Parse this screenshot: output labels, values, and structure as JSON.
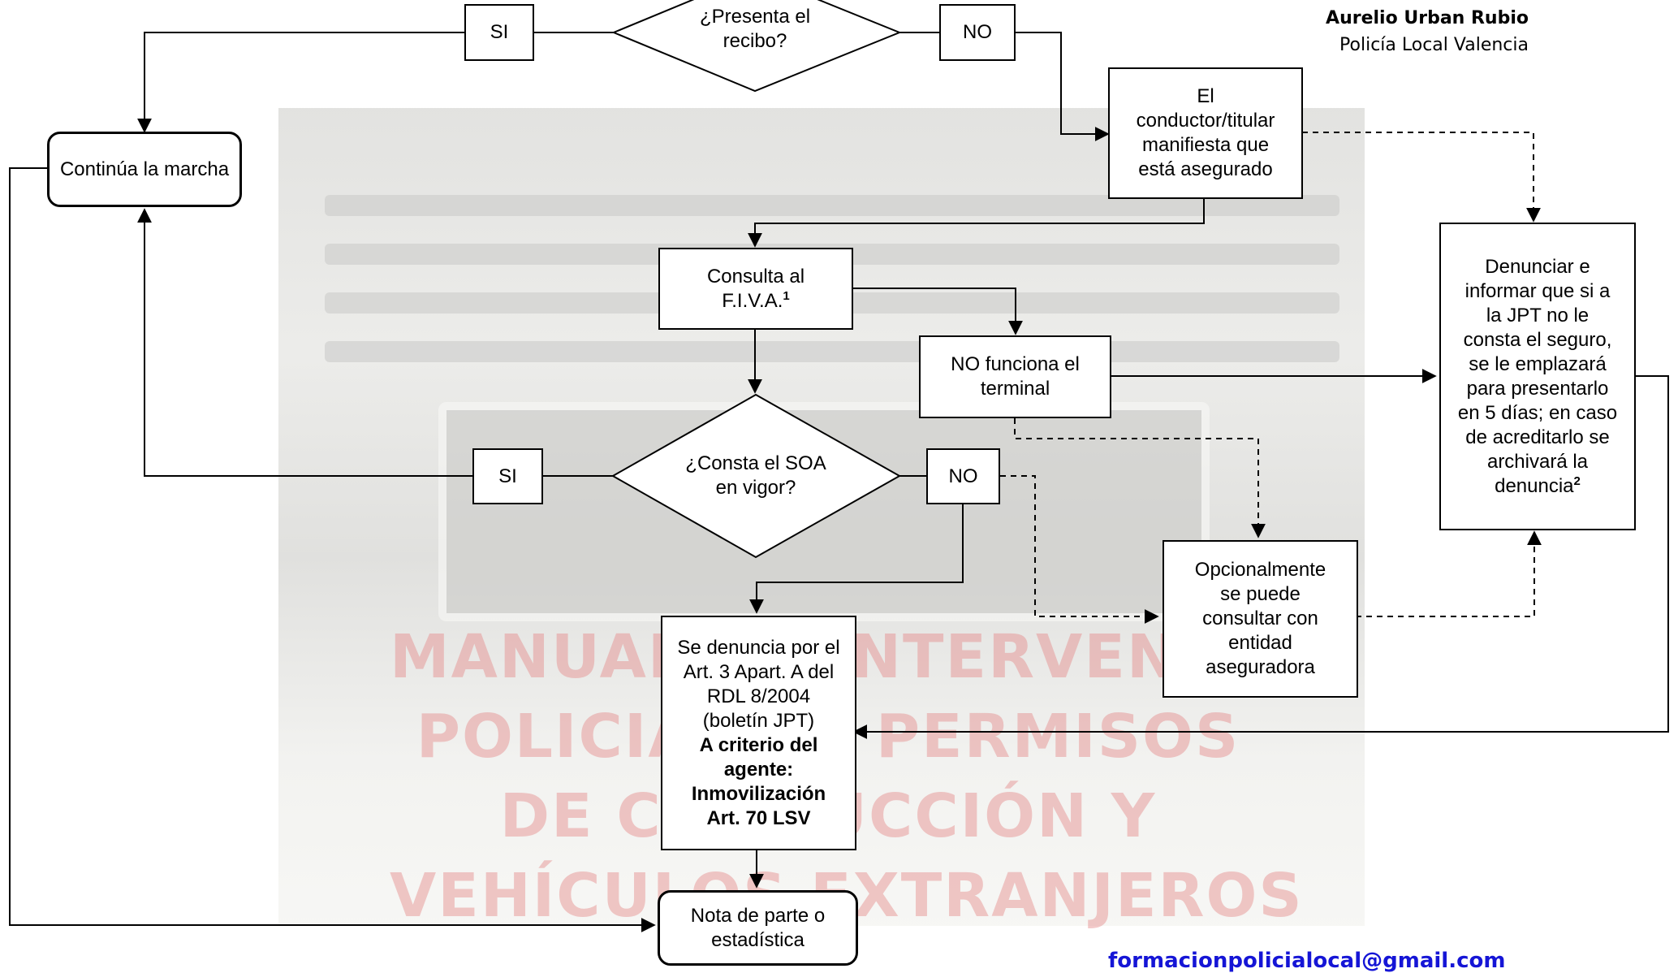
{
  "author": {
    "name": "Aurelio Urban Rubio",
    "organization": "Policía Local Valencia"
  },
  "email": "formacionpolicialocal@gmail.com",
  "watermark": [
    "MANUAL DE INTERVENCIÓN",
    "POLICIAL EN PERMISOS",
    "DE CONDUCCIÓN Y",
    "VEHÍCULOS EXTRANJEROS"
  ],
  "nodes": {
    "presenta_recibo": "¿Presenta el recibo?",
    "si_top": "SI",
    "no_top": "NO",
    "continua": "Continúa la marcha",
    "manifiesta": "El conductor/titular manifiesta que está asegurado",
    "consulta_fiva": "Consulta al F.I.V.A.",
    "consulta_fiva_note": "1",
    "no_funciona": "NO funciona el terminal",
    "consta_soa": "¿Consta el SOA en vigor?",
    "si_mid": "SI",
    "no_mid": "NO",
    "denunciar_informar": "Denunciar e informar que si a la JPT no le consta el seguro, se le emplazará para presentarlo en 5 días; en caso de acreditarlo se archivará la denuncia",
    "denunciar_note": "2",
    "opcionalmente": "Opcionalmente se puede consultar con entidad aseguradora",
    "denuncia_text": "Se denuncia por el Art. 3 Apart. A del RDL 8/2004 (boletín JPT)",
    "denuncia_bold": "A criterio del agente: Inmovilización Art. 70 LSV",
    "nota_parte": "Nota de parte o estadística"
  }
}
